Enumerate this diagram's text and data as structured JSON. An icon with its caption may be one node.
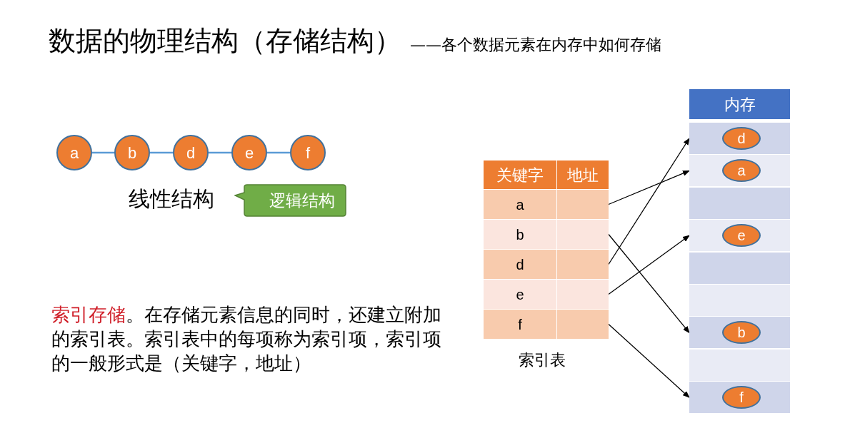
{
  "diagram": {
    "title": "数据的物理结构（存储结构）",
    "nodes": [
      {
        "text": [
          "a"
        ]
      },
      {
        "text": [
          "b"
        ]
      },
      {
        "text": [
          "d"
        ]
      },
      {
        "text": [
          "e"
        ]
      },
      {
        "text": [
          "f"
        ]
      },
      {
        "text": [
          "逻辑结构"
        ]
      },
      {
        "text": [],
        "shape": "box"
      },
      {
        "text": [],
        "shape": "box"
      },
      {
        "text": [],
        "shape": "box"
      },
      {
        "text": [],
        "shape": "box"
      },
      {
        "text": [],
        "shape": "box"
      },
      {
        "text": [
          "内存"
        ]
      },
      {
        "text": [],
        "shape": "box"
      },
      {
        "text": [],
        "shape": "box"
      },
      {
        "text": [],
        "shape": "box"
      },
      {
        "text": [],
        "shape": "box"
      },
      {
        "text": [],
        "shape": "box"
      },
      {
        "text": [],
        "shape": "box"
      },
      {
        "text": [],
        "shape": "box"
      },
      {
        "text": [],
        "shape": "box"
      },
      {
        "text": [],
        "shape": "box"
      },
      {
        "text": [
          "d"
        ],
        "in": 12
      },
      {
        "text": [
          "a"
        ],
        "in": 13
      },
      {
        "text": [
          "e"
        ],
        "in": 15
      },
      {
        "text": [
          "b"
        ],
        "in": 18
      },
      {
        "text": [
          "f"
        ],
        "in": 20
      }
    ],
    "edges": [
      {
        "from": 0,
        "to": 1,
        "arrow": "none",
        "color": "#5b9bd5"
      },
      {
        "from": 1,
        "to": 2,
        "arrow": "none",
        "color": "#5b9bd5"
      },
      {
        "from": 2,
        "to": 3,
        "arrow": "none",
        "color": "#5b9bd5"
      },
      {
        "from": 3,
        "to": 4,
        "arrow": "none",
        "color": "#5b9bd5"
      },
      {
        "from": 6,
        "to": 13,
        "arrow": "to"
      },
      {
        "from": 7,
        "to": 18,
        "arrow": "to"
      },
      {
        "from": 8,
        "to": 12,
        "arrow": "to"
      },
      {
        "from": 9,
        "to": 15,
        "arrow": "to"
      },
      {
        "from": 10,
        "to": 20,
        "arrow": "to"
      }
    ],
    "labels": [
      "——各个数据元素在内存中如何存储",
      "线性结构",
      "索引存储",
      "。在存储元素信息的同时，还建立附加的索引表。索引表中的每项称为索引项，索引项的一般形式是（关键字，地址）",
      "关键字",
      "地址",
      "a",
      "b",
      "d",
      "e",
      "f",
      "索引表"
    ]
  }
}
